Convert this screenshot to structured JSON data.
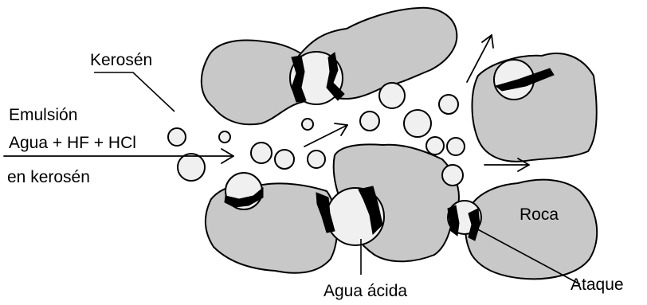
{
  "labels": {
    "kerosen": "Kerosén",
    "emulsion_line1": "Emulsión",
    "emulsion_line2": "Agua + HF + HCl",
    "emulsion_line3": "en kerosén",
    "roca": "Roca",
    "agua_acida": "Agua ácida",
    "ataque": "Ataque"
  },
  "colors": {
    "rock": "#c8c8c8",
    "droplet": "#f0f0f0",
    "attack": "#000000",
    "outline": "#000000"
  }
}
